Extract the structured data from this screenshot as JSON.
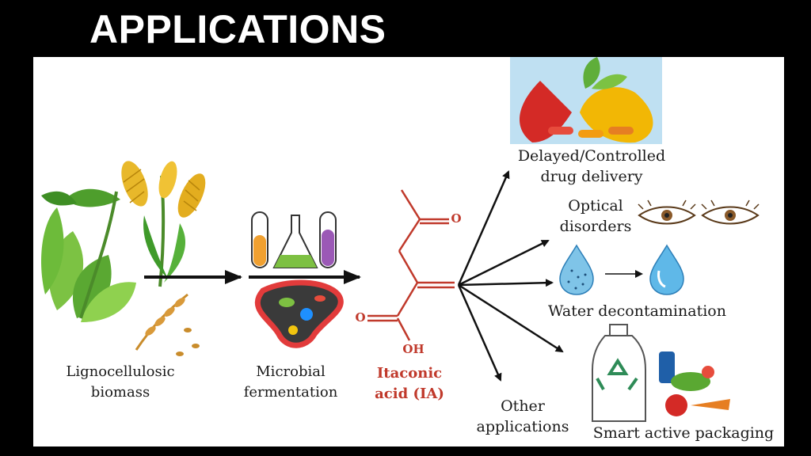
{
  "title": "APPLICATIONS",
  "stages": {
    "biomass": {
      "line1": "Lignocellulosic",
      "line2": "biomass",
      "icon": "plant-corn-wheat-icon"
    },
    "fermentation": {
      "line1": "Microbial",
      "line2": "fermentation",
      "icon": "lab-flasks-microbe-icon"
    },
    "product": {
      "line1": "Itaconic",
      "line2": "acid (IA)",
      "color": "#c0392b"
    }
  },
  "molecule": {
    "atom_o_top": "O",
    "atom_o_left": "O",
    "atom_oh": "OH",
    "color": "#c0392b"
  },
  "applications": [
    {
      "line1": "Delayed/Controlled",
      "line2": "drug delivery",
      "icon": "capsule-leaf-icon"
    },
    {
      "line1": "Optical",
      "line2": "disorders",
      "icon": "eye-icon"
    },
    {
      "line1": "Water decontamination",
      "line2": "",
      "icon": "water-drop-icon"
    },
    {
      "line1": "Smart active packaging",
      "line2": "",
      "icon": "recycle-bottle-food-icon"
    },
    {
      "line1": "Other",
      "line2": "applications",
      "icon": ""
    }
  ]
}
